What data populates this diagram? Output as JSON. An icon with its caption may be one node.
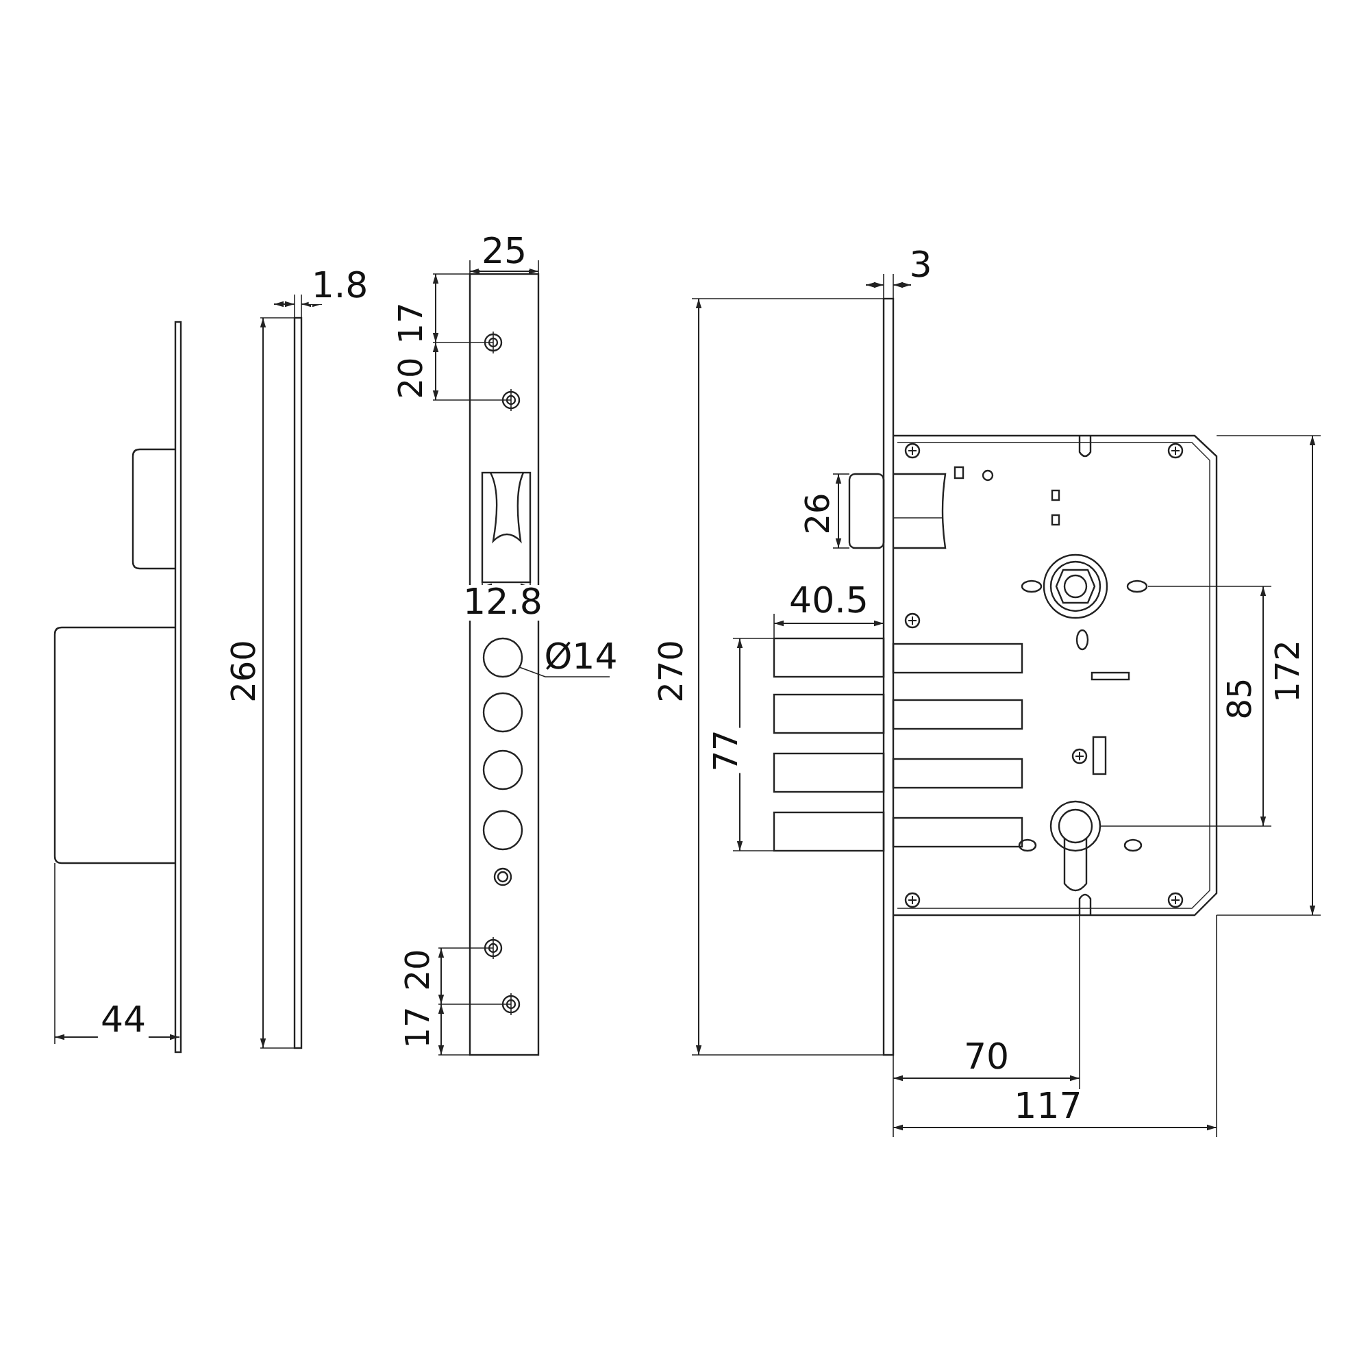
{
  "diagram": {
    "nodes": [
      {
        "text": [
          "Ø14"
        ]
      },
      {
        "text": [],
        "shape": "circle"
      }
    ],
    "edges": [
      {
        "from": 0,
        "to": 1,
        "arrow": "none"
      }
    ],
    "labels": [
      "25",
      "3",
      "1.8",
      "17",
      "20",
      "26",
      "12.8",
      "40.5",
      "260",
      "270",
      "172",
      "85",
      "77",
      "20",
      "44",
      "17",
      "70",
      "117"
    ]
  }
}
